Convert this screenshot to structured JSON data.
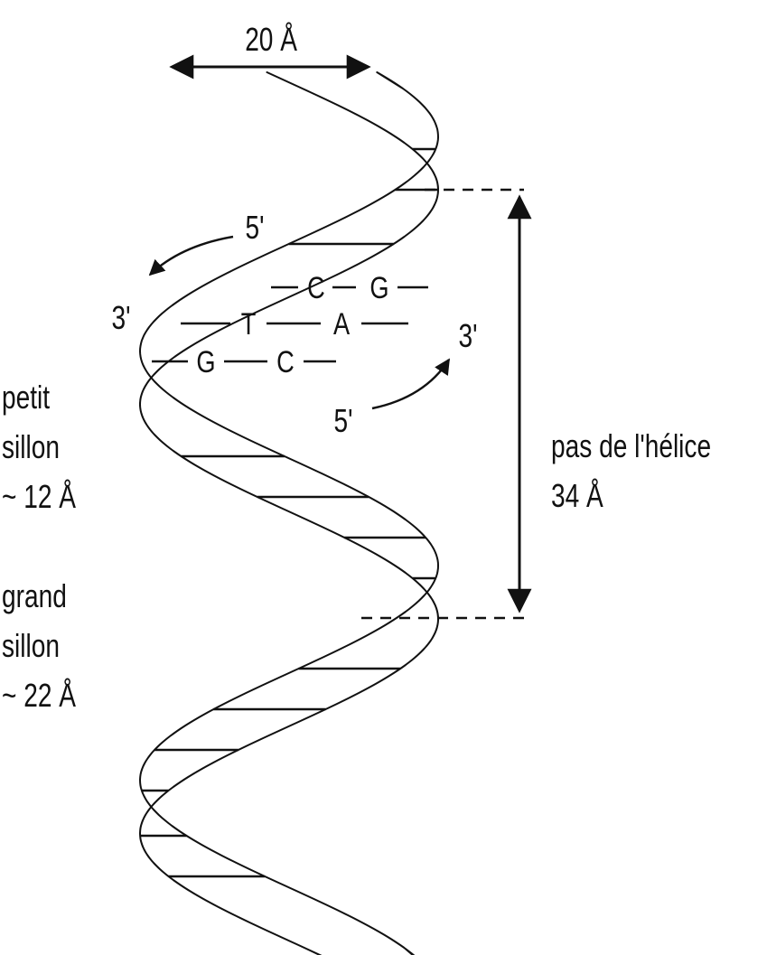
{
  "diagram": {
    "width_label": "20 Å",
    "strand_top": {
      "end_5": "5'",
      "end_3": "3'"
    },
    "strand_bottom": {
      "end_5": "5'",
      "end_3": "3'"
    },
    "base_pairs": [
      {
        "left": "C",
        "right": "G"
      },
      {
        "left": "T",
        "right": "A"
      },
      {
        "left": "G",
        "right": "C"
      }
    ],
    "minor_groove": {
      "line1": "petit",
      "line2": "sillon",
      "line3": "~ 12 Å"
    },
    "major_groove": {
      "line1": "grand",
      "line2": "sillon",
      "line3": "~ 22 Å"
    },
    "pitch": {
      "line1": "pas de l'hélice",
      "line2": "34 Å"
    }
  },
  "colors": {
    "ink": "#111111",
    "dark_strand": "#1a1a1a",
    "light_strand": "#d2d2d2"
  }
}
